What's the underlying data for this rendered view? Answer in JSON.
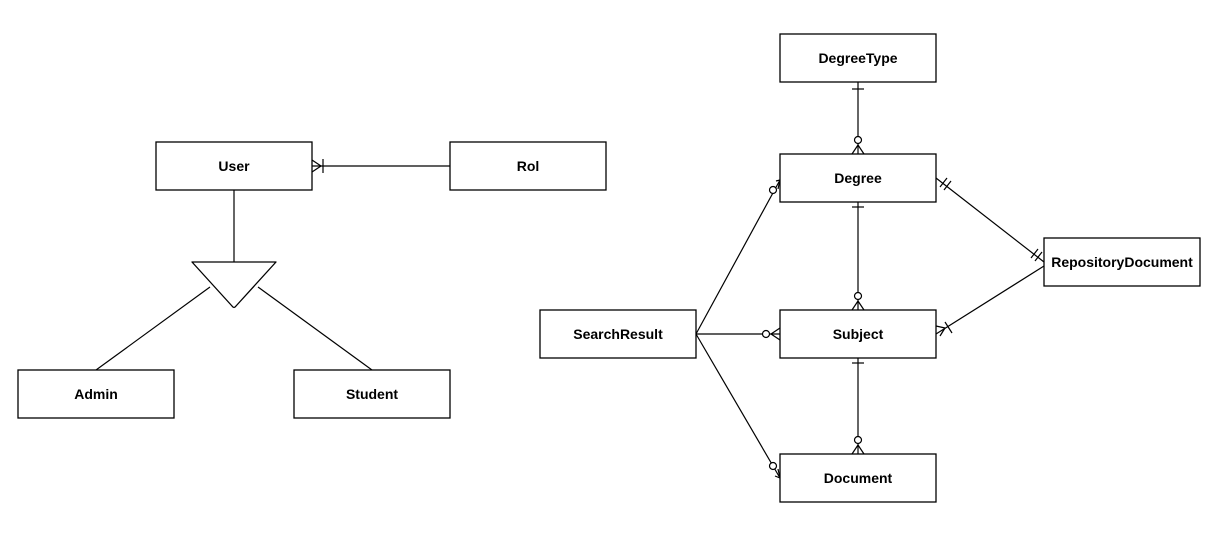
{
  "colors": {
    "background": "#ffffff",
    "stroke": "#000000",
    "text": "#000000"
  },
  "entities": {
    "user": "User",
    "rol": "Rol",
    "admin": "Admin",
    "student": "Student",
    "degree_type": "DegreeType",
    "degree": "Degree",
    "repository_document": "RepositoryDocument",
    "search_result": "SearchResult",
    "subject": "Subject",
    "document": "Document"
  },
  "relationships": [
    {
      "from": "user",
      "to": "rol",
      "from_end": "one-or-many",
      "to_end": "none"
    },
    {
      "from": "degree_type",
      "to": "degree",
      "from_end": "one",
      "to_end": "zero-or-many"
    },
    {
      "from": "degree",
      "to": "subject",
      "from_end": "one",
      "to_end": "zero-or-many"
    },
    {
      "from": "subject",
      "to": "document",
      "from_end": "one",
      "to_end": "zero-or-many"
    },
    {
      "from": "search_result",
      "to": "degree",
      "from_end": "none",
      "to_end": "zero-or-many"
    },
    {
      "from": "search_result",
      "to": "subject",
      "from_end": "none",
      "to_end": "zero-or-many"
    },
    {
      "from": "search_result",
      "to": "document",
      "from_end": "none",
      "to_end": "zero-or-many"
    },
    {
      "from": "repository_document",
      "to": "degree",
      "from_end": "one-and-only-one",
      "to_end": "one-and-only-one"
    },
    {
      "from": "repository_document",
      "to": "subject",
      "from_end": "none",
      "to_end": "one-or-many"
    }
  ],
  "generalization": {
    "parent": "user",
    "children": [
      "admin",
      "student"
    ]
  }
}
